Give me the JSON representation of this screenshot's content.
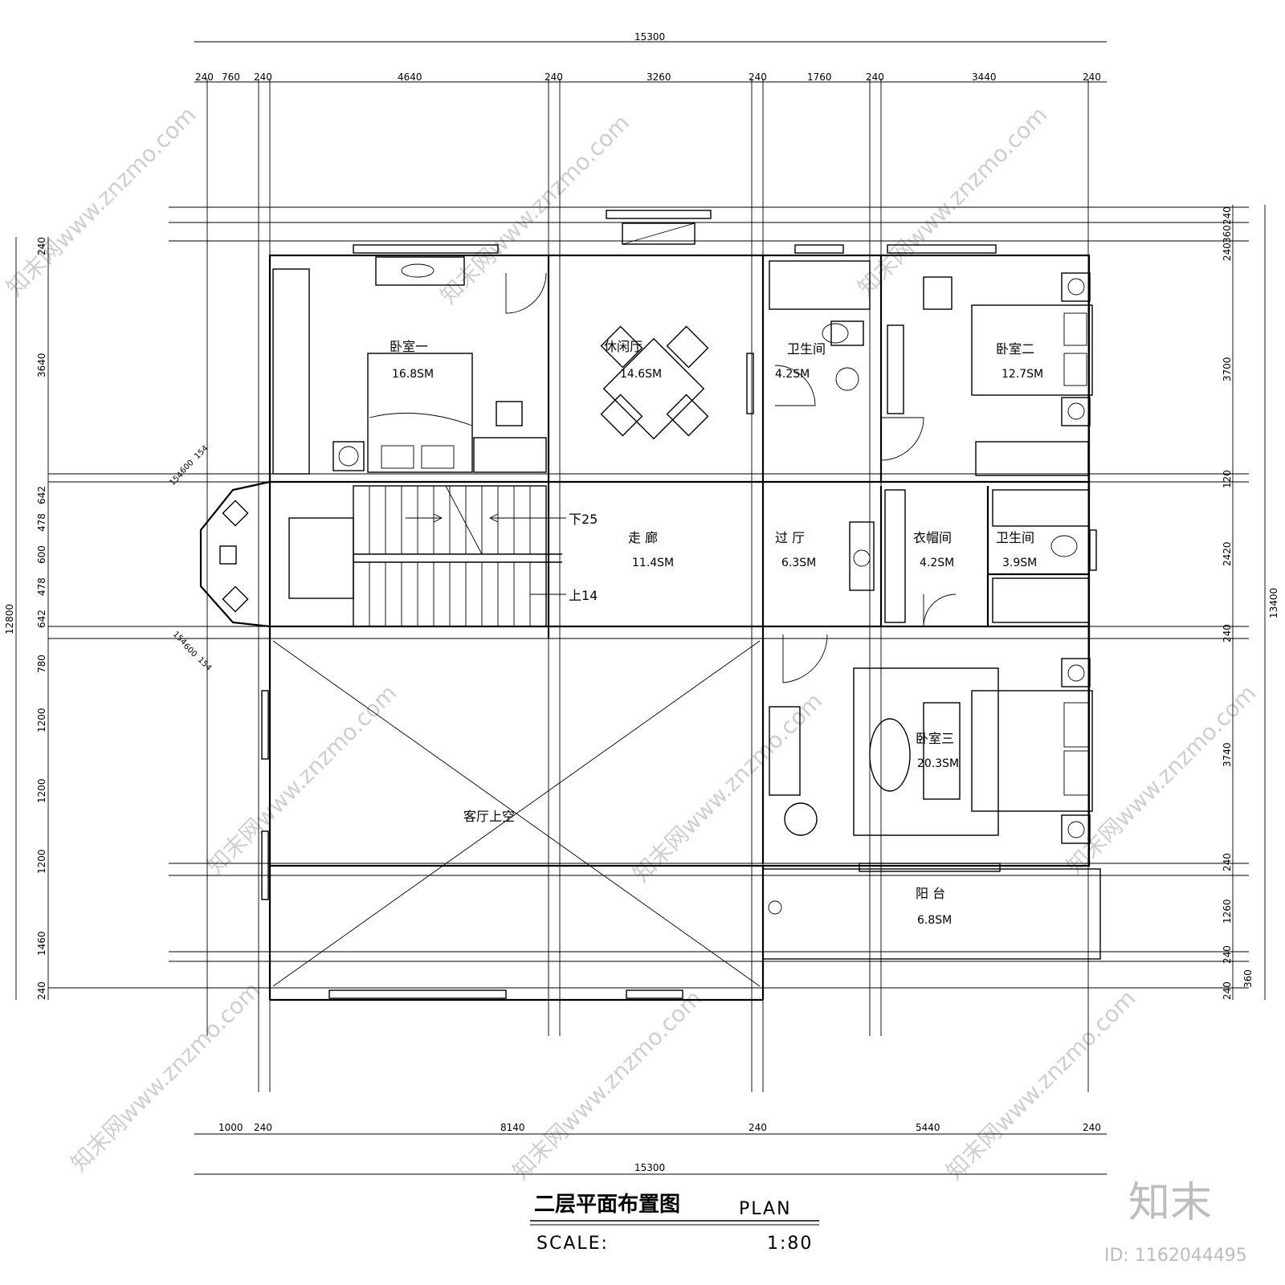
{
  "title": "二层平面布置图",
  "plan_label": "PLAN",
  "scale_label": "SCALE:",
  "scale_value": "1:80",
  "id_text": "ID: 1162044495",
  "logo_text": "知末",
  "watermark_text": "知末网www.znzmo.com",
  "top_dims": {
    "overall": "15300",
    "segments": [
      "240",
      "760",
      "240",
      "4640",
      "240",
      "3260",
      "240",
      "1760",
      "240",
      "3440",
      "240"
    ]
  },
  "bottom_dims": {
    "overall": "15300",
    "segments": [
      "1000",
      "240",
      "8140",
      "240",
      "5440",
      "240"
    ]
  },
  "left_dims": {
    "overall": "12800",
    "segments": [
      "240",
      "3640",
      "642",
      "478",
      "600",
      "478",
      "642",
      "780",
      "1200",
      "1200",
      "1200",
      "1460",
      "240"
    ]
  },
  "right_dims": {
    "overall": "13400",
    "segments": [
      "240",
      "360",
      "240",
      "240",
      "3700",
      "120",
      "2420",
      "240",
      "3740",
      "240",
      "1260",
      "240",
      "360",
      "240"
    ]
  },
  "bay_dims": [
    "154",
    "600",
    "154",
    "154",
    "600",
    "154"
  ],
  "rooms": [
    {
      "name": "卧室一",
      "area": "16.8SM"
    },
    {
      "name": "休闲厅",
      "area": "14.6SM"
    },
    {
      "name": "卫生间",
      "area": "4.2SM"
    },
    {
      "name": "卧室二",
      "area": "12.7SM"
    },
    {
      "name": "走  廊",
      "area": "11.4SM"
    },
    {
      "name": "过  厅",
      "area": "6.3SM"
    },
    {
      "name": "衣帽间",
      "area": "4.2SM"
    },
    {
      "name": "卫生间",
      "area": "3.9SM"
    },
    {
      "name": "卧室三",
      "area": "20.3SM"
    },
    {
      "name": "阳  台",
      "area": "6.8SM"
    },
    {
      "name": "客厅上空",
      "area": ""
    }
  ],
  "stair": {
    "down": "下25",
    "up": "上14"
  }
}
